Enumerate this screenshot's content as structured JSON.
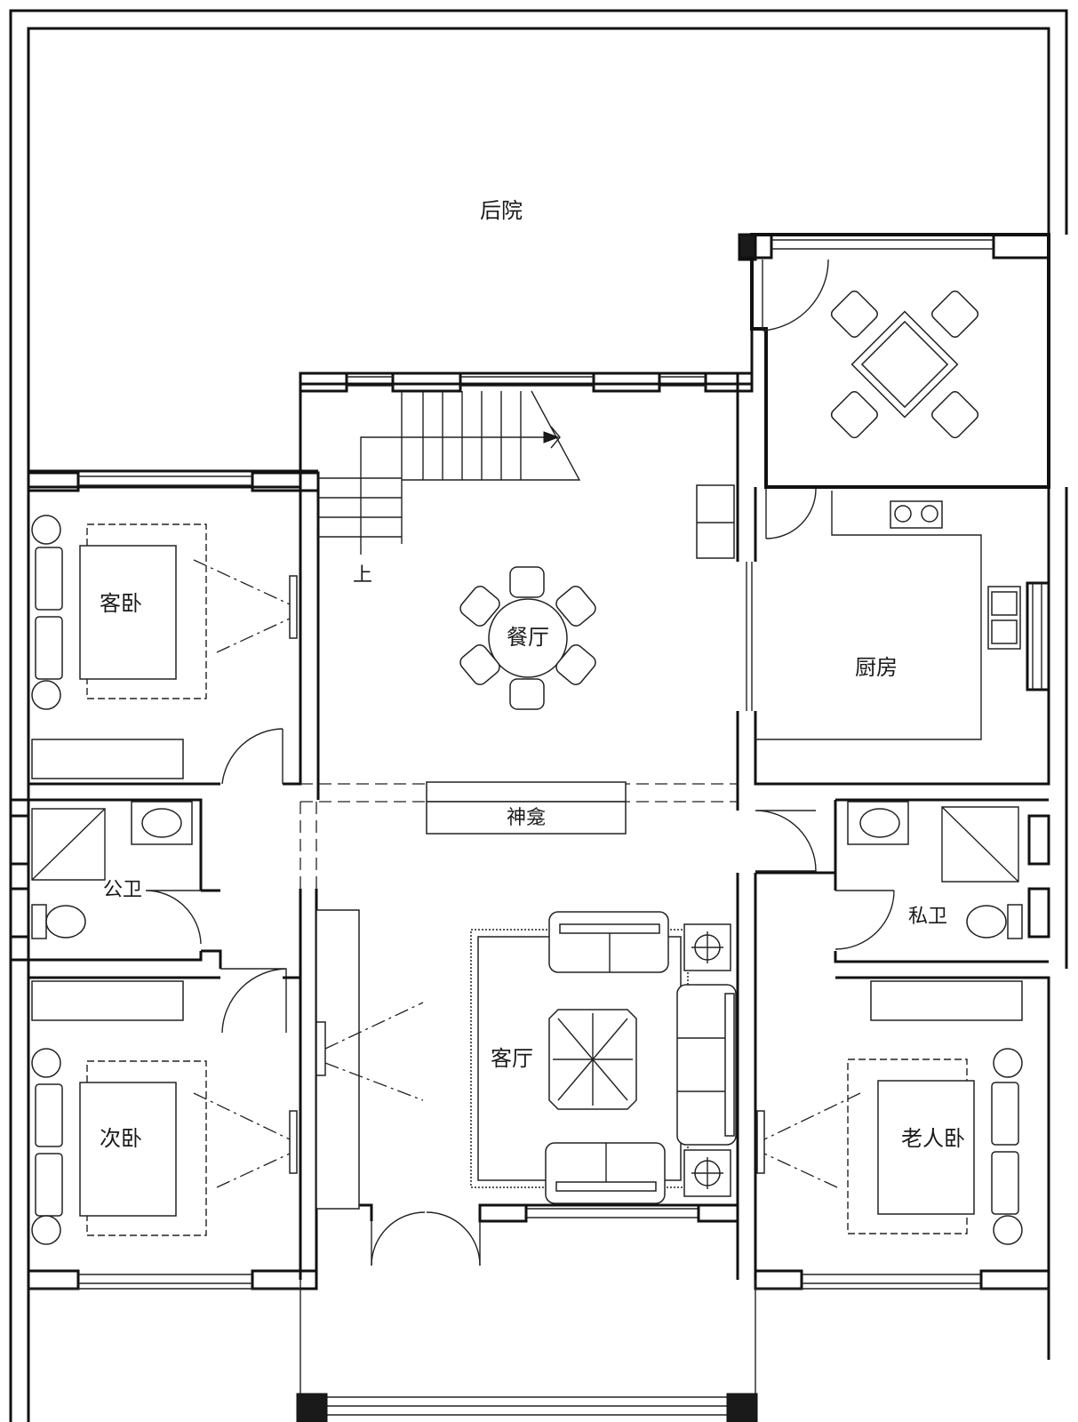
{
  "rooms": {
    "backyard": "后院",
    "guest_bedroom": "客卧",
    "dining_room": "餐厅",
    "kitchen": "厨房",
    "shrine": "神龛",
    "public_bathroom": "公卫",
    "private_bathroom": "私卫",
    "living_room": "客厅",
    "second_bedroom": "次卧",
    "elder_bedroom": "老人卧"
  },
  "stair": {
    "up_label": "上"
  }
}
